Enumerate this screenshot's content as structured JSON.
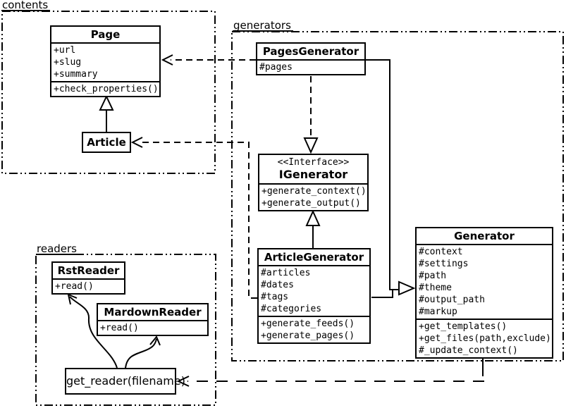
{
  "colors": {
    "line": "#000000",
    "background": "#ffffff",
    "box_fill": "#ffffff"
  },
  "packages": {
    "contents": {
      "label": "contents"
    },
    "generators": {
      "label": "generators"
    },
    "readers": {
      "label": "readers"
    }
  },
  "classes": {
    "page": {
      "name": "Page",
      "attributes": [
        "+url",
        "+slug",
        "+summary"
      ],
      "methods": [
        "+check_properties()"
      ]
    },
    "article": {
      "name": "Article",
      "attributes": [],
      "methods": []
    },
    "pages_generator": {
      "name": "PagesGenerator",
      "attributes": [
        "#pages"
      ],
      "methods": []
    },
    "igenerator": {
      "stereotype": "<<Interface>>",
      "name": "IGenerator",
      "attributes": [],
      "methods": [
        "+generate_context()",
        "+generate_output()"
      ]
    },
    "article_generator": {
      "name": "ArticleGenerator",
      "attributes": [
        "#articles",
        "#dates",
        "#tags",
        "#categories"
      ],
      "methods": [
        "+generate_feeds()",
        "+generate_pages()"
      ]
    },
    "generator": {
      "name": "Generator",
      "attributes": [
        "#context",
        "#settings",
        "#path",
        "#theme",
        "#output_path",
        "#markup"
      ],
      "methods": [
        "+get_templates()",
        "+get_files(path,exclude)",
        "#_update_context()"
      ]
    },
    "rst_reader": {
      "name": "RstReader",
      "attributes": [],
      "methods": [
        "+read()"
      ]
    },
    "mardown_reader": {
      "name": "MardownReader",
      "attributes": [],
      "methods": [
        "+read()"
      ]
    }
  },
  "function_node": {
    "label": "get_reader(filename)"
  },
  "relationships": [
    {
      "from": "Article",
      "to": "Page",
      "type": "inheritance"
    },
    {
      "from": "PagesGenerator",
      "to": "Page",
      "type": "dependency"
    },
    {
      "from": "ArticleGenerator",
      "to": "Article",
      "type": "dependency"
    },
    {
      "from": "PagesGenerator",
      "to": "IGenerator",
      "type": "realization"
    },
    {
      "from": "ArticleGenerator",
      "to": "IGenerator",
      "type": "inheritance"
    },
    {
      "from": "PagesGenerator",
      "to": "Generator",
      "type": "inheritance"
    },
    {
      "from": "ArticleGenerator",
      "to": "Generator",
      "type": "inheritance"
    },
    {
      "from": "Generator",
      "to": "get_reader(filename)",
      "type": "dependency"
    },
    {
      "from": "get_reader(filename)",
      "to": "RstReader",
      "type": "arrow"
    },
    {
      "from": "get_reader(filename)",
      "to": "MardownReader",
      "type": "arrow"
    }
  ]
}
